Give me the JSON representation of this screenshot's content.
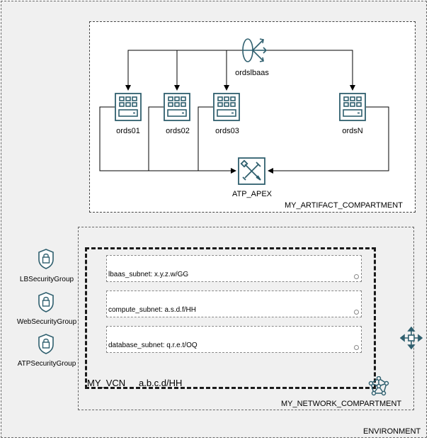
{
  "environment": {
    "label": "ENVIRONMENT"
  },
  "artifact_compartment": {
    "label": "MY_ARTIFACT_COMPARTMENT",
    "load_balancer": {
      "label": "ordslbaas",
      "icon": "load-balancer-icon"
    },
    "servers": [
      {
        "label": "ords01",
        "icon": "compute-server-icon"
      },
      {
        "label": "ords02",
        "icon": "compute-server-icon"
      },
      {
        "label": "ords03",
        "icon": "compute-server-icon"
      },
      {
        "label": "ordsN",
        "icon": "compute-server-icon"
      }
    ],
    "database": {
      "label": "ATP_APEX",
      "icon": "autonomous-database-icon"
    }
  },
  "network_compartment": {
    "label": "MY_NETWORK_COMPARTMENT",
    "vcn": {
      "name": "MY_VCN",
      "cidr": "a.b.c.d/HH",
      "icon": "vcn-icon",
      "subnets": [
        {
          "label": "lbaas_subnet: x.y.z.w/GG"
        },
        {
          "label": "compute_subnet: a.s.d.f/HH"
        },
        {
          "label": "database_subnet: q.r.e.t/OQ"
        }
      ]
    }
  },
  "security_groups": [
    {
      "label": "LBSecurityGroup",
      "icon": "lock-icon"
    },
    {
      "label": "WebSecurityGroup",
      "icon": "lock-icon"
    },
    {
      "label": "ATPSecurityGroup",
      "icon": "lock-icon"
    }
  ],
  "colors": {
    "icon": "#2f5f6e",
    "line": "#000000",
    "background": "#f0f0f0"
  }
}
